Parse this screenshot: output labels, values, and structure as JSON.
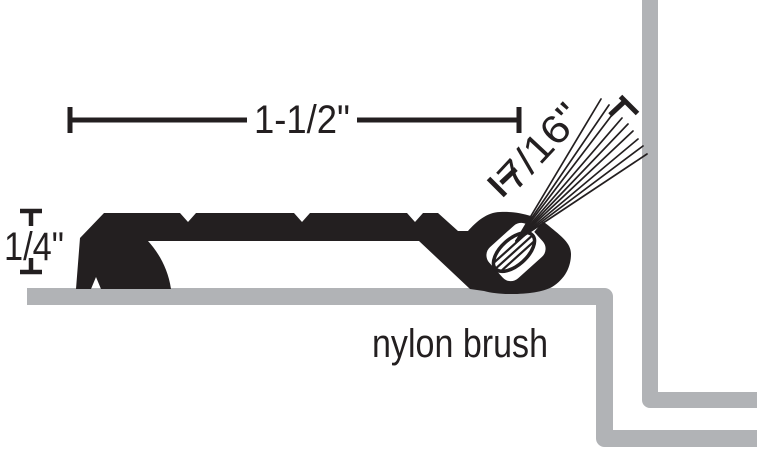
{
  "labels": {
    "width_dim": "1-1/2\"",
    "height_dim": "1/4\"",
    "brush_dim": "7/16\"",
    "brush_label": "nylon brush"
  },
  "colors": {
    "profile_black": "#231f20",
    "structure_gray": "#b1b3b6",
    "background": "#ffffff"
  }
}
